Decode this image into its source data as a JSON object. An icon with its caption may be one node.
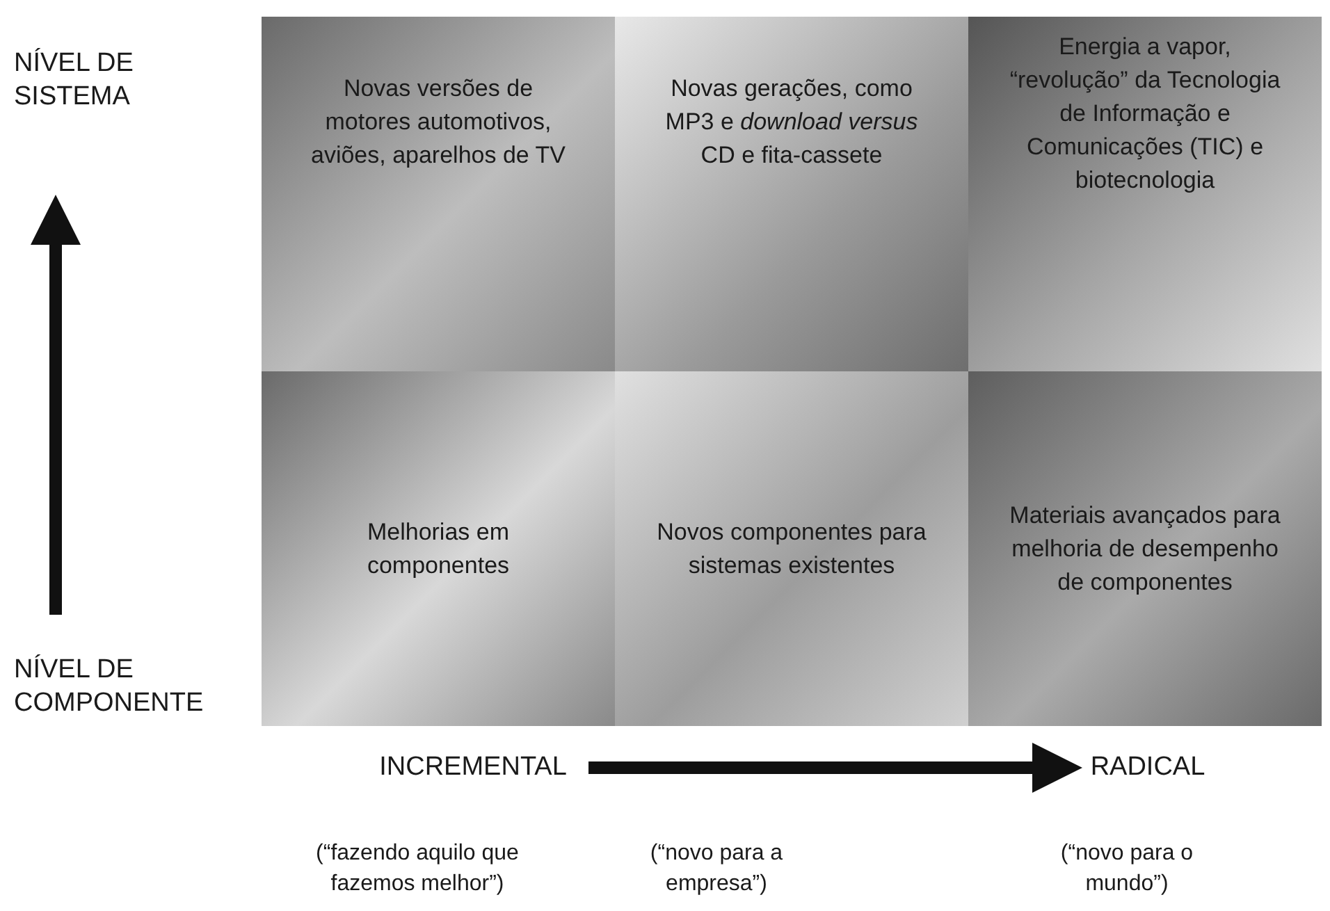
{
  "diagram": {
    "nodes": [
      {
        "text": [
          "Novas versões de motores automotivos, aviões, aparelhos de TV"
        ]
      },
      {
        "text": [
          "Novas gerações, como MP3 e *download versus* CD e fita-cassete"
        ]
      },
      {
        "text": [
          "Energia a vapor, “revolução” da Tecnologia de Informação e Comunicações (TIC) e biotecnologia"
        ]
      },
      {
        "text": [
          "Melhorias em componentes"
        ]
      },
      {
        "text": [
          "Novos componentes para sistemas existentes"
        ]
      },
      {
        "text": [
          "Materiais avançados para melhoria de desempenho de componentes"
        ]
      }
    ],
    "edges": [],
    "labels": [
      "NÍVEL DE SISTEMA",
      "NÍVEL DE COMPONENTE",
      "INCREMENTAL",
      "RADICAL",
      "(“fazendo aquilo que fazemos melhor”)",
      "(“novo para a empresa”)",
      "(“novo para o mundo”)"
    ]
  }
}
